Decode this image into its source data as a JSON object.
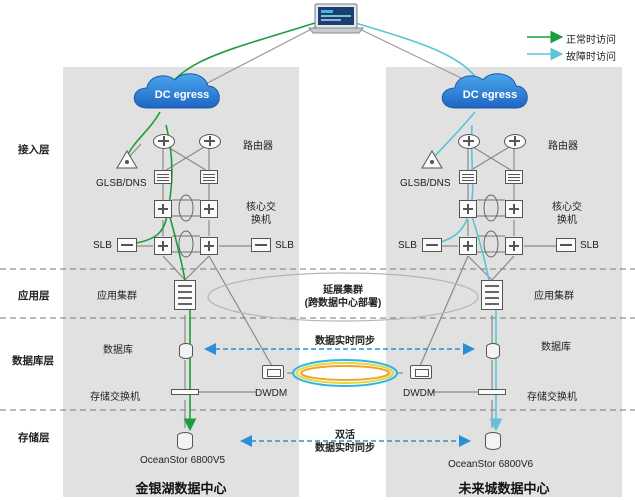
{
  "legend": {
    "normal": "正常时访问",
    "fault": "故障时访问",
    "normal_color": "#1a9e3c",
    "fault_color": "#5bc4d8"
  },
  "layers": {
    "access": "接入层",
    "app": "应用层",
    "db": "数据库层",
    "storage": "存储层"
  },
  "cloud_label": "DC egress",
  "left_dc": {
    "name": "金银湖数据中心",
    "router": "路由器",
    "gslb": "GLSB/DNS",
    "core_switch_line1": "核心交",
    "core_switch_line2": "换机",
    "slb_left": "SLB",
    "slb_right": "SLB",
    "app_cluster": "应用集群",
    "database": "数据库",
    "storage_switch": "存储交换机",
    "dwdm": "DWDM",
    "storage": "OceanStor 6800V5"
  },
  "right_dc": {
    "name": "未来城数据中心",
    "router": "路由器",
    "gslb": "GLSB/DNS",
    "core_switch_line1": "核心交",
    "core_switch_line2": "换机",
    "slb_left": "SLB",
    "slb_right": "SLB",
    "app_cluster": "应用集群",
    "database": "数据库",
    "storage_switch": "存储交换机",
    "dwdm": "DWDM",
    "storage": "OceanStor 6800V6"
  },
  "center": {
    "stretched_line1": "延展集群",
    "stretched_line2": "(跨数据中心部署)",
    "db_sync": "数据实时同步",
    "active_line1": "双活",
    "active_line2": "数据实时同步"
  }
}
